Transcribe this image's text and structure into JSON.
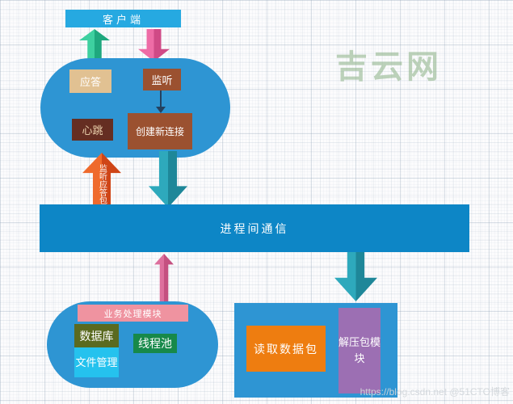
{
  "watermarks": {
    "site": "吉云网",
    "url": "https://blog.csdn.net @51CTO博客"
  },
  "client": {
    "label": "客户端"
  },
  "server": {
    "reply": "应答",
    "listen": "监听",
    "heartbeat": "心跳",
    "new_connection": "创建新连接"
  },
  "flows": {
    "listen_reply_packet": "监听应答包"
  },
  "ipc": {
    "label": "进程间通信"
  },
  "business": {
    "banner": "业务处理模块",
    "database": "数据库",
    "file_manager": "文件管理",
    "thread_pool": "线程池"
  },
  "receiver": {
    "read_packet": "读取数据包",
    "unzip_module": "解压包模块"
  },
  "colors": {
    "blue_container": "#2e95d3",
    "ipc_bar": "#0d86c6",
    "client_box": "#26a9e1",
    "green_arrow": "#31c794",
    "pink_arrow": "#e2559b",
    "orange_arrow": "#e35722",
    "teal_arrow": "#2a9cb1",
    "tan_box": "#e1c192",
    "brown_box": "#9b5130",
    "maroon_box": "#652e22",
    "olive_box": "#5a6a20",
    "cyan_box": "#25c2ee",
    "green_box": "#17894a",
    "orange_box": "#ee7d10",
    "purple_box": "#9c6fb3",
    "pink_banner": "#ef93a0"
  }
}
